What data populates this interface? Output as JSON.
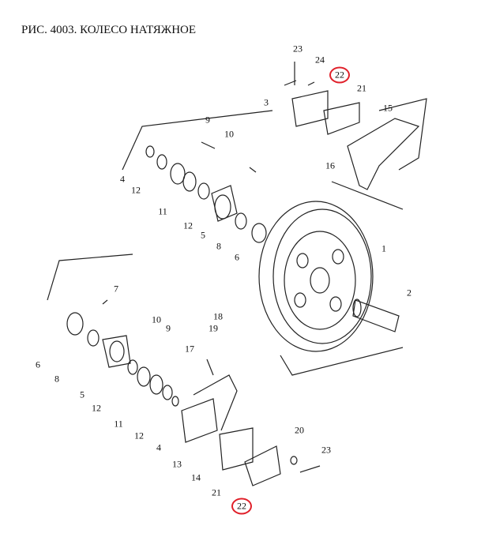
{
  "title": "РИС. 4003. КОЛЕСО НАТЯЖНОЕ",
  "highlight_color": "#e0202a",
  "callouts": [
    "23",
    "24",
    "22",
    "3",
    "21",
    "15",
    "9",
    "10",
    "16",
    "4",
    "12",
    "11",
    "12",
    "5",
    "8",
    "6",
    "1",
    "2",
    "7",
    "18",
    "19",
    "10",
    "9",
    "17",
    "6",
    "8",
    "5",
    "12",
    "11",
    "12",
    "4",
    "13",
    "14",
    "21",
    "22",
    "20",
    "23"
  ]
}
